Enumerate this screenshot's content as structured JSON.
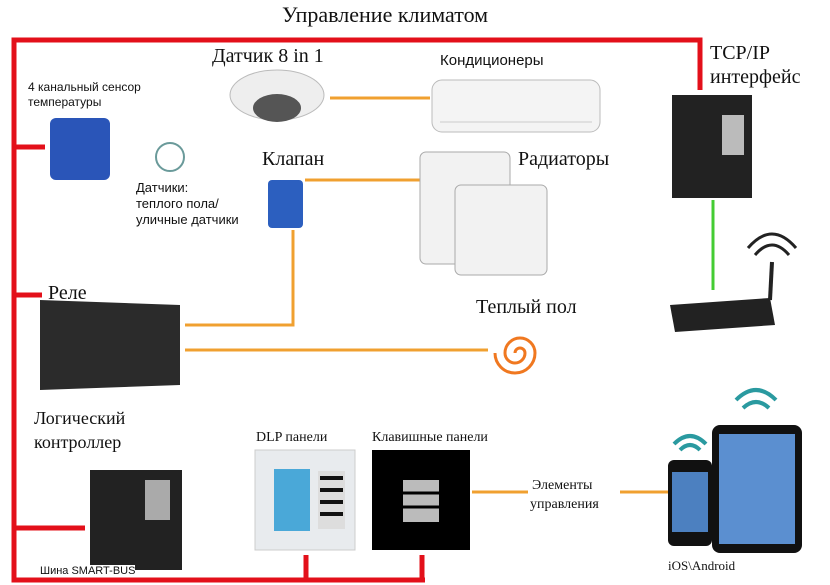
{
  "title": "Управление климатом",
  "labels": {
    "sensor_8in1": "Датчик 8 in 1",
    "air_conditioners": "Кондиционеры",
    "tcpip_line1": "TCP/IP",
    "tcpip_line2": "интерфейс",
    "temp_sensor_line1": "4 канальный сенсор",
    "temp_sensor_line2": "температуры",
    "valve": "Клапан",
    "radiators": "Радиаторы",
    "sensors_line1": "Датчики:",
    "sensors_line2": "теплого пола/",
    "sensors_line3": "уличные датчики",
    "relay": "Реле",
    "warm_floor": "Теплый пол",
    "logic_line1": "Логический",
    "logic_line2": "контроллер",
    "dlp_panels": "DLP панели",
    "key_panels": "Клавишные панели",
    "controls_line1": "Элементы",
    "controls_line2": "управления",
    "bus": "Шина SMART-BUS",
    "mobile": "iOS\\Android"
  },
  "colors": {
    "bus": "#e3101a",
    "link": "#f0a030",
    "wifi": "#44cc33"
  }
}
